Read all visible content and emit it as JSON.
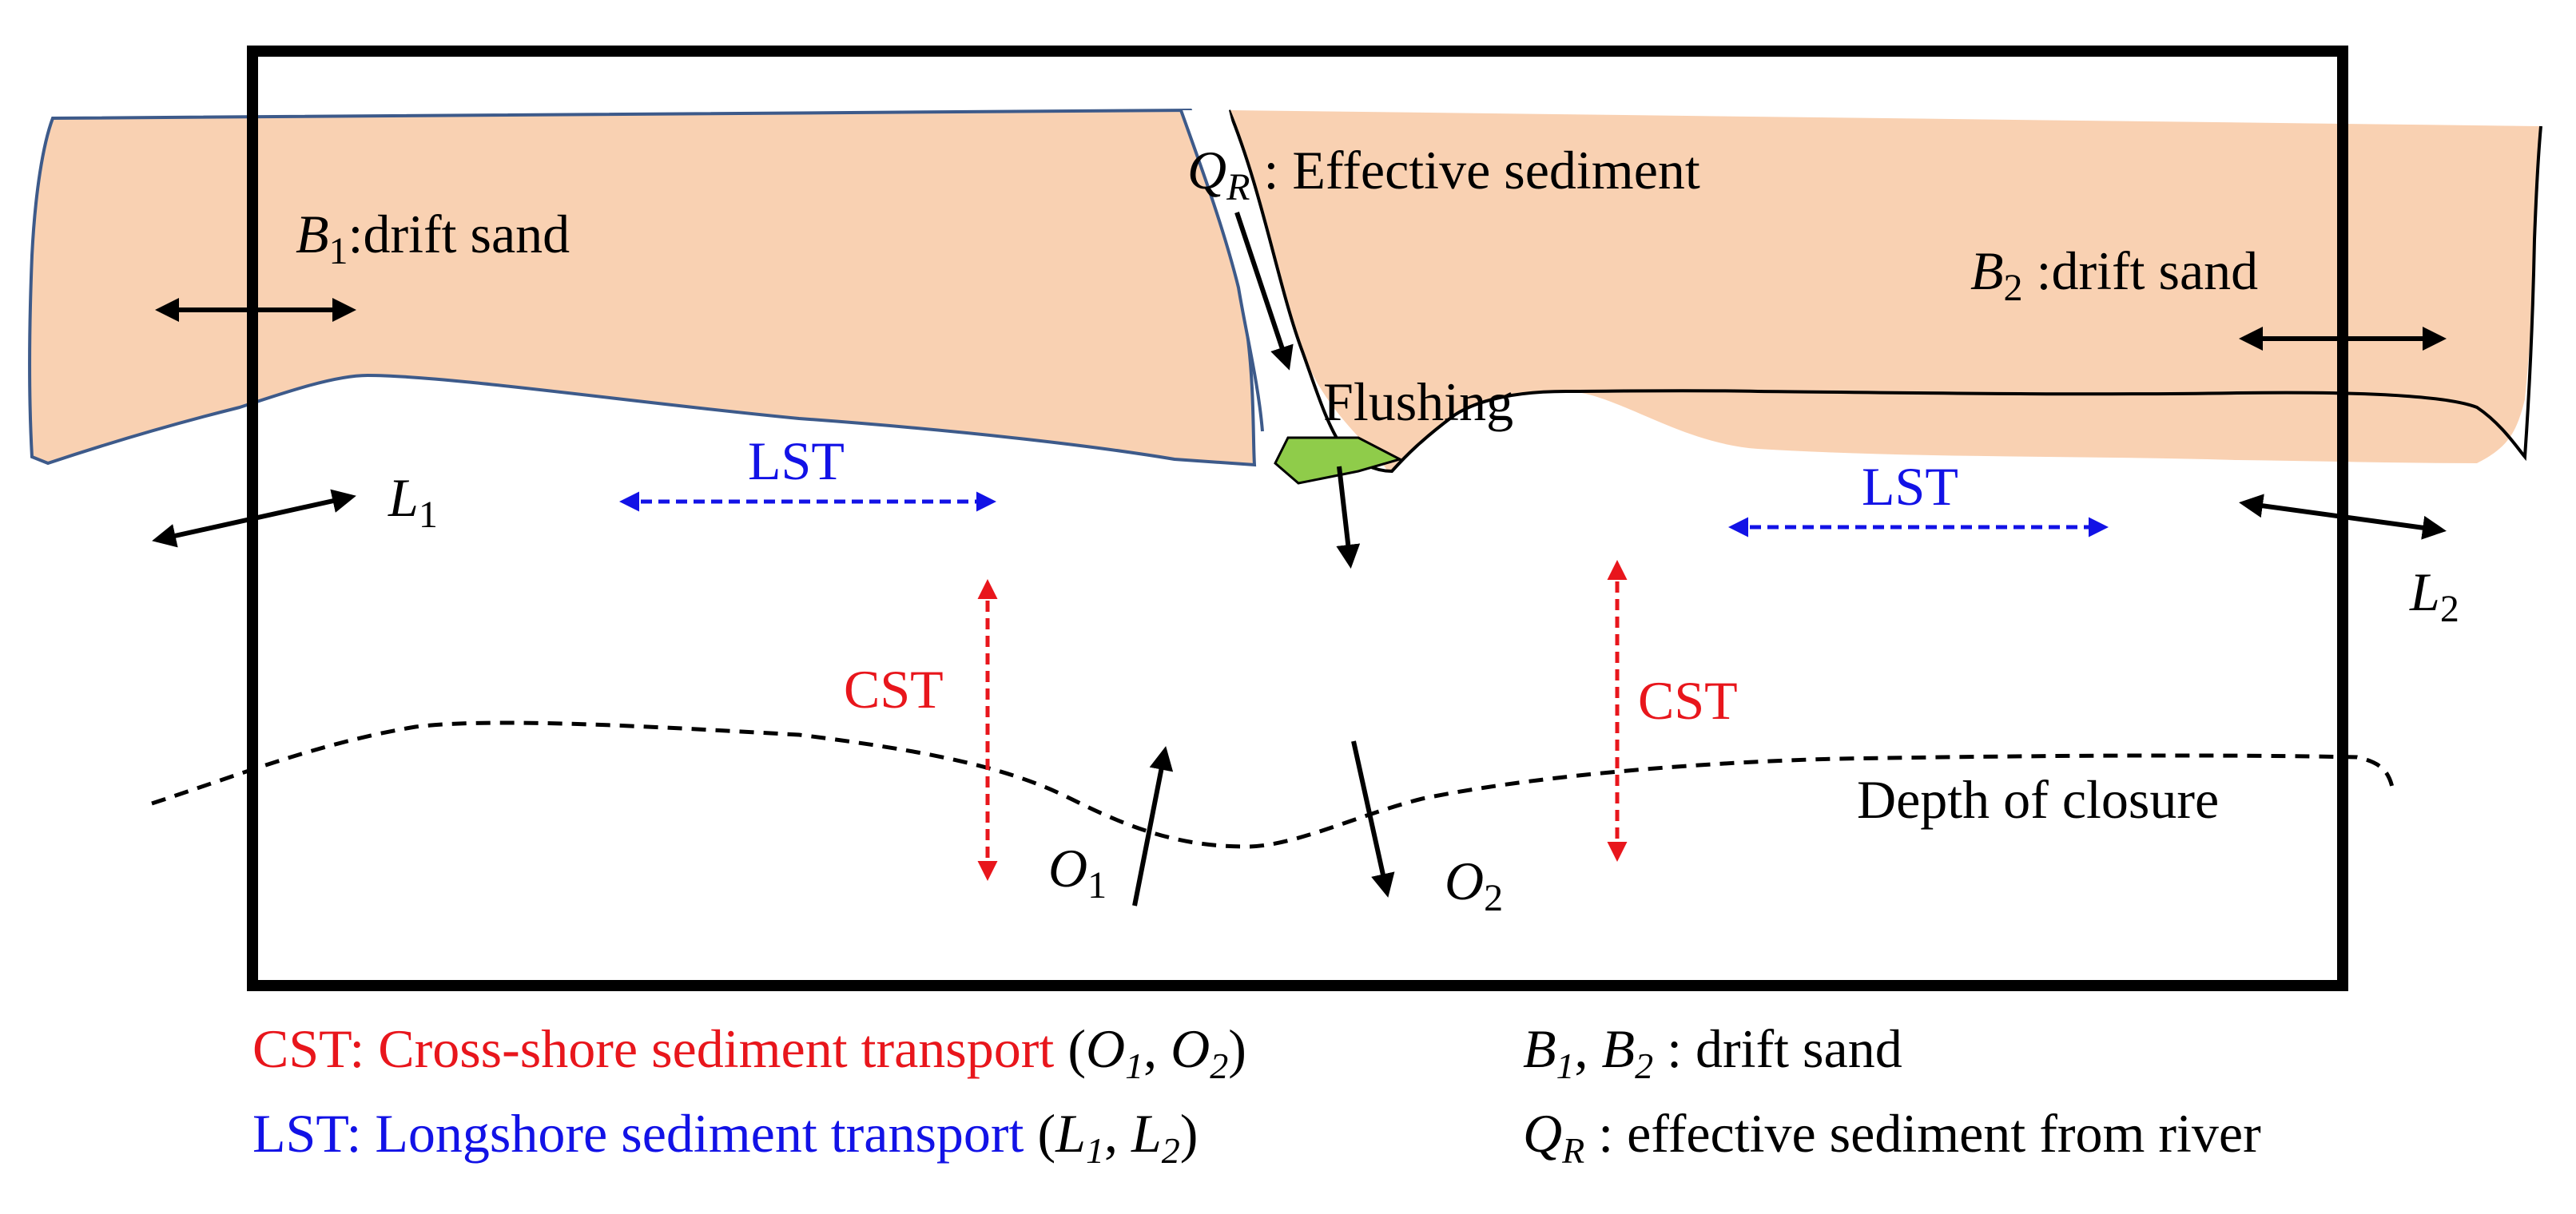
{
  "labels": {
    "b1_sym": "B",
    "b1_sub": "1",
    "b1_text": ":drift sand",
    "b2_sym": "B",
    "b2_sub": "2",
    "b2_text": " :drift sand",
    "qr_sym": "Q",
    "qr_sub": "R",
    "qr_text": " : Effective sediment",
    "flushing": "Flushing",
    "lst_left": "LST",
    "lst_right": "LST",
    "cst_left": "CST",
    "cst_right": "CST",
    "l1_sym": "L",
    "l1_sub": "1",
    "l2_sym": "L",
    "l2_sub": "2",
    "o1_sym": "O",
    "o1_sub": "1",
    "o2_sym": "O",
    "o2_sub": "2",
    "depth_of_closure": "Depth of closure"
  },
  "legend": {
    "line1_red": "CST: Cross-shore sediment transport ",
    "line1_paren_open": "(",
    "line1_o": "O",
    "line1_o1_sub": "1",
    "line1_comma1": ", ",
    "line1_o2": "O",
    "line1_o2_sub": "2",
    "line1_paren_close": ")",
    "line1_b1": "B",
    "line1_b1_sub": "1",
    "line1_comma2": ", ",
    "line1_b2": "B",
    "line1_b2_sub": "2",
    "line1_right": " : drift sand",
    "line2_blue": "LST: Longshore sediment transport ",
    "line2_paren_open": "(",
    "line2_l1": "L",
    "line2_l1_sub": "1",
    "line2_comma": ", ",
    "line2_l2": "L",
    "line2_l2_sub": "2",
    "line2_paren_close": ")",
    "line2_qr": "Q",
    "line2_qr_sub": "R",
    "line2_right": " : effective sediment from river"
  },
  "colors": {
    "sand": "#f9d1b2",
    "shoreline": "#3d5a8a",
    "flushing_blob": "#8fcc4a",
    "cst_red": "#e8161c",
    "lst_blue": "#1212e6",
    "black": "#000000"
  }
}
